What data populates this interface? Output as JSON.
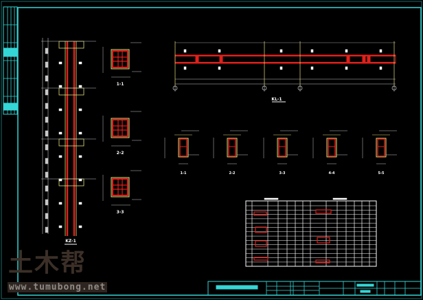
{
  "drawing": {
    "column_label": "KZ-1",
    "beam_label": "KL-1",
    "column_sections": [
      "1-1",
      "2-2",
      "3-3"
    ],
    "beam_sections": [
      "1-1",
      "2-2",
      "3-3",
      "4-4",
      "5-5"
    ],
    "colors": {
      "frame": "#35d6d6",
      "rebar": "#e0201a",
      "outline": "#e8e27a",
      "dim": "#c8c8c8",
      "text": "#ffffff"
    }
  },
  "watermark": {
    "logo": "土木帮",
    "url": "www.tumubong.net"
  }
}
